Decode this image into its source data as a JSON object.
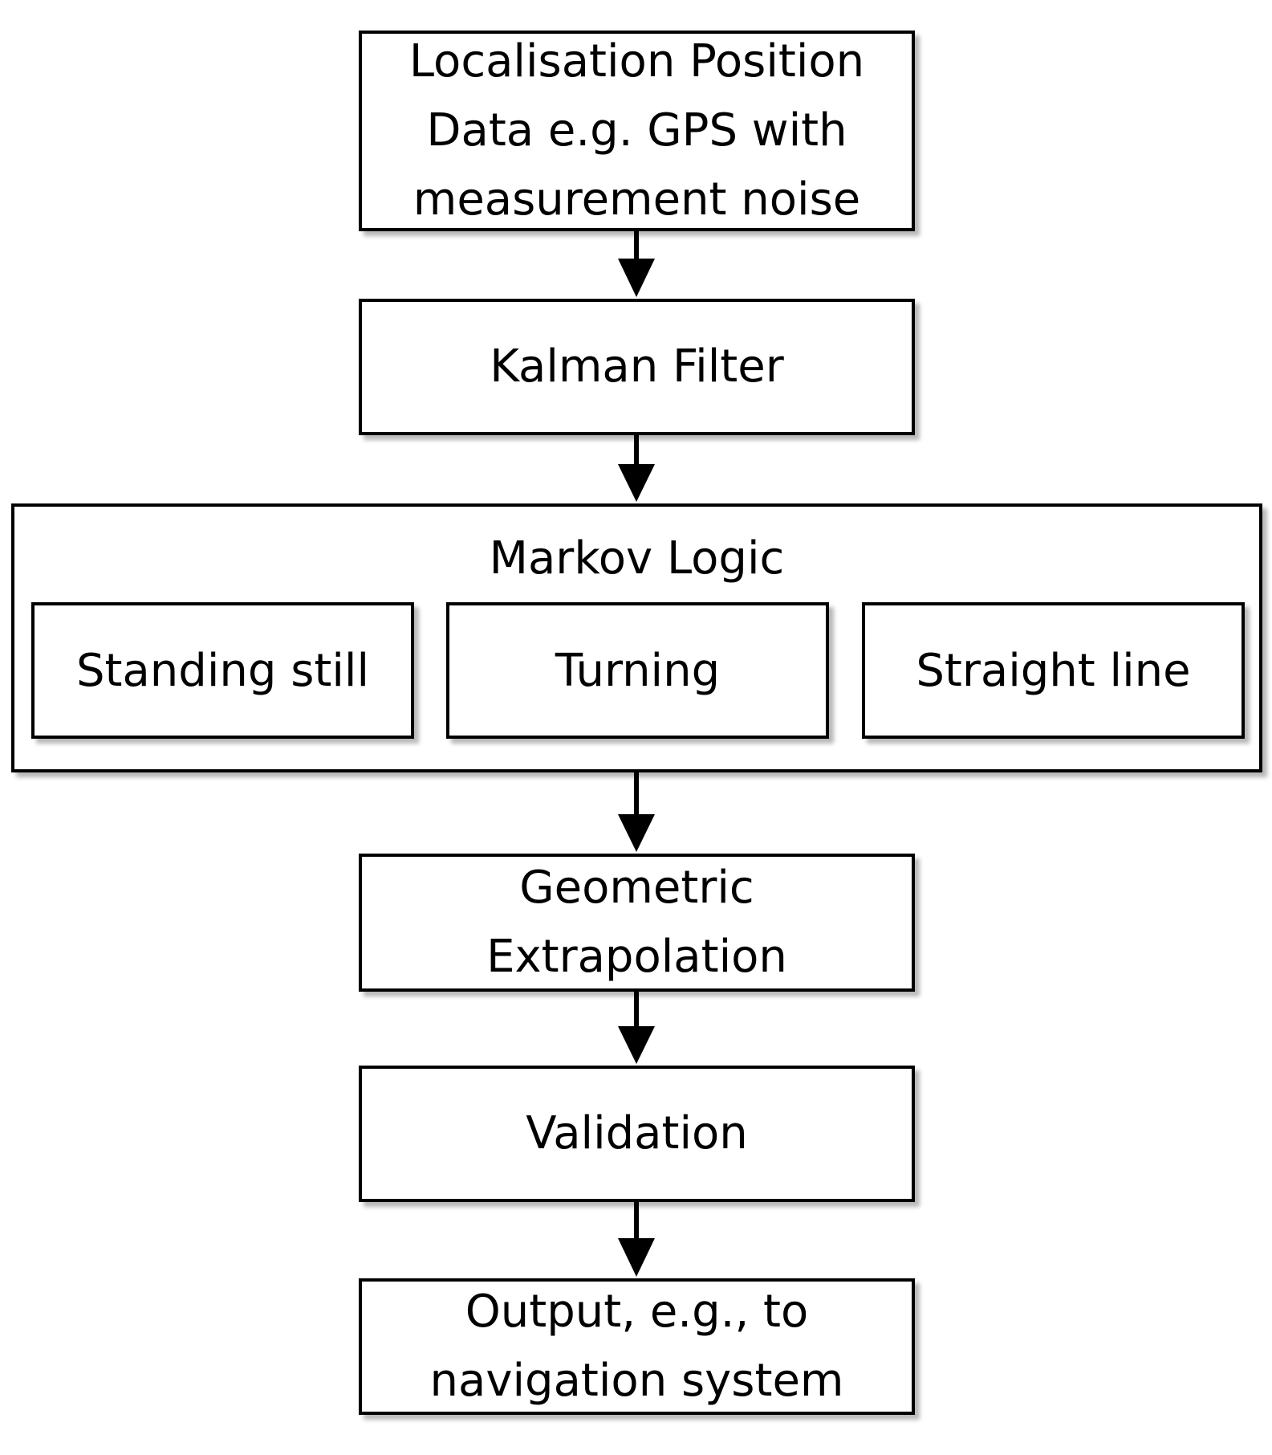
{
  "flowchart": {
    "input": {
      "lines": [
        "Localisation Position",
        "Data e.g. GPS with",
        "measurement noise"
      ]
    },
    "kalman": {
      "label": "Kalman Filter"
    },
    "markov": {
      "title": "Markov Logic",
      "states": [
        "Standing still",
        "Turning",
        "Straight line"
      ]
    },
    "geometric": {
      "lines": [
        "Geometric",
        "Extrapolation"
      ]
    },
    "validation": {
      "label": "Validation"
    },
    "output": {
      "lines": [
        "Output, e.g., to",
        "navigation system"
      ]
    }
  }
}
